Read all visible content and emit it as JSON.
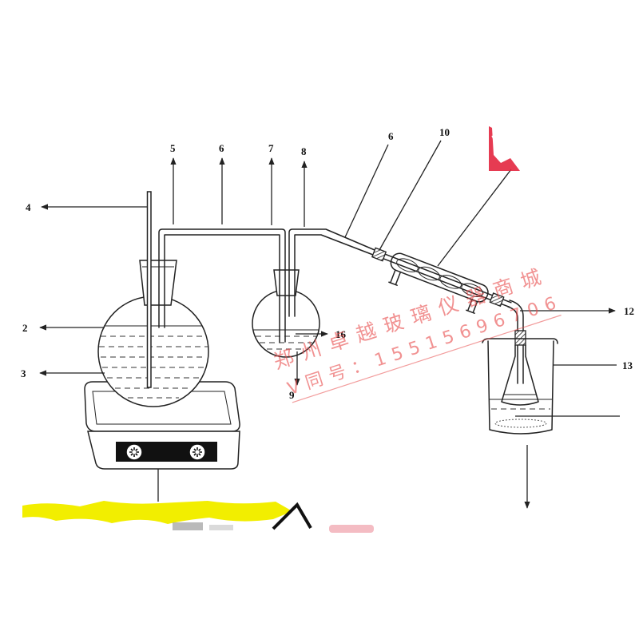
{
  "diagram": {
    "labels": {
      "part_4": "4",
      "part_5": "5",
      "part_6_left": "6",
      "part_7": "7",
      "part_8": "8",
      "part_6_right": "6",
      "part_10": "10",
      "part_2": "2",
      "part_3": "3",
      "part_16": "16",
      "part_9": "9",
      "part_12": "12",
      "part_13": "13"
    }
  },
  "watermark": {
    "line1": "郑州卓越玻璃仪器商城",
    "line2": "V同号：15515696706"
  },
  "colors": {
    "ink": "#222222",
    "watermark": "#e84a4a",
    "highlight_yellow": "#f2ee00",
    "corner_red": "#e3263f",
    "background": "#ffffff"
  }
}
